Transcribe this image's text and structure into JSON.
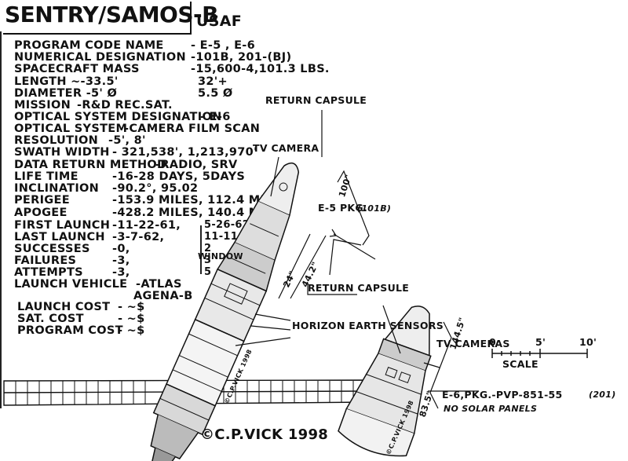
{
  "title": "SENTRY/SAMOS-B",
  "agency": "USAF",
  "specs": [
    {
      "label": "PROGRAM CODE NAME",
      "value": "- E-5 , E-6"
    },
    {
      "label": "NUMERICAL DESIGNATION",
      "value": "-101B, 201-(BJ)"
    },
    {
      "label": "SPACECRAFT MASS",
      "value": "-15,600-4,101.3 LBS."
    },
    {
      "label": "LENGTH ~-33.5'",
      "value": "32'+"
    },
    {
      "label": "DIAMETER -5' Ø",
      "value": "5.5 Ø"
    },
    {
      "label": "MISSION",
      "value": "-R&D REC.SAT."
    },
    {
      "label": "OPTICAL SYSTEM DESIGNATION",
      "value": "- E-6"
    },
    {
      "label": "OPTICAL SYSTEM",
      "value": "-CAMERA FILM SCAN"
    },
    {
      "label": "RESOLUTION",
      "value": "-5', 8'"
    },
    {
      "label": "SWATH WIDTH",
      "value": "- 321,538', 1,213,970'"
    },
    {
      "label": "DATA RETURN METHOD",
      "value": "-RADIO, SRV"
    },
    {
      "label": "LIFE TIME",
      "value": "-16-28 DAYS, 5DAYS"
    },
    {
      "label": "INCLINATION",
      "value": "-90.2°, 95.02"
    },
    {
      "label": "PERIGEE",
      "value": "-153.9 MILES, 112.4 MI."
    },
    {
      "label": "APOGEE",
      "value": "-428.2 MILES, 140.4 MI."
    },
    {
      "label": "FIRST LAUNCH",
      "value": "-11-22-61,"
    },
    {
      "label": "LAST LAUNCH",
      "value": "-3-7-62,"
    },
    {
      "label": "SUCCESSES",
      "value": "-0,"
    },
    {
      "label": "FAILURES",
      "value": "-3,"
    },
    {
      "label": "ATTEMPTS",
      "value": "-3,"
    },
    {
      "label": "LAUNCH VEHICLE",
      "value": "-ATLAS"
    }
  ],
  "launch_vehicle_line2": "AGENA-B",
  "launch_col2": [
    "5-26-62",
    "11-11-62",
    "2",
    "3",
    "5"
  ],
  "costs": [
    {
      "label": "LAUNCH COST",
      "value": "- ~$"
    },
    {
      "label": "SAT. COST",
      "value": "- ~$"
    },
    {
      "label": "PROGRAM COST",
      "value": "- ~$"
    }
  ],
  "labels": {
    "return_capsule_top": "RETURN CAPSULE",
    "tv_camera": "TV CAMERA",
    "dim_100": "100\"",
    "e5_pkg": "E-5 PKG.",
    "e5_code": "(101B)",
    "dim_442": "44.2\"",
    "dim_24": "24\"",
    "window": "WINDOW",
    "return_capsule_mid": "RETURN CAPSULE",
    "horizon_sensors": "HORIZON EARTH SENSORS",
    "tv_cameras": "TV CAMERAS",
    "dim_1445": "144.5\"",
    "dim_835": "83.5\"",
    "e6_pkg": "E-6,PKG.-PVP-851-55",
    "e6_code": "(201)",
    "no_solar": "NO SOLAR PANELS",
    "scale_0": "0",
    "scale_5": "5'",
    "scale_10": "10'",
    "scale_word": "SCALE",
    "credit": "©C.P.VICK 1998",
    "vick_mark_1": "©C.P.VICK 1998",
    "vick_mark_2": "©C.P.VICK 1998"
  }
}
